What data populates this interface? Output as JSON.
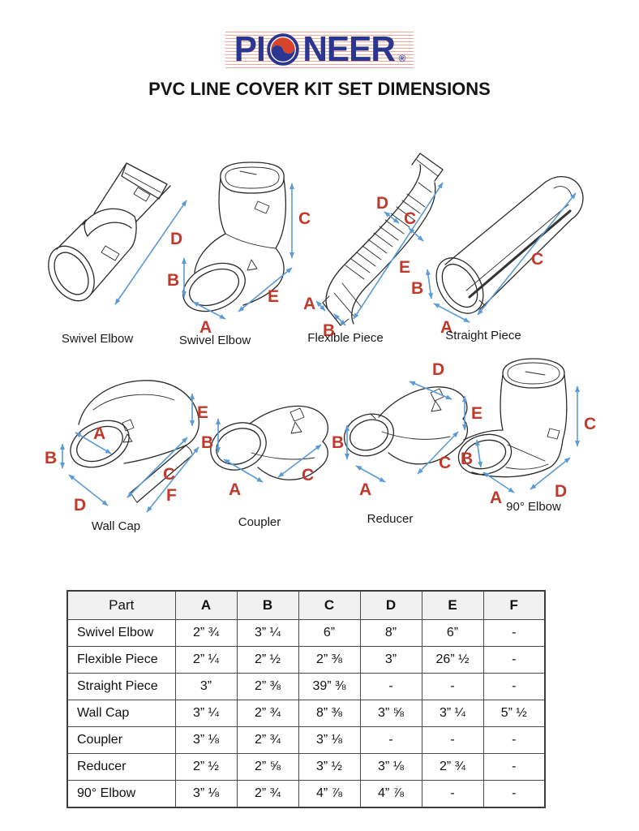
{
  "logo": {
    "prefix": "PI",
    "suffix": "NEER",
    "registered": "®"
  },
  "title": "PVC LINE COVER KIT SET DIMENSIONS",
  "figures": [
    {
      "caption": "Swivel Elbow",
      "labels": {
        "d": "D"
      }
    },
    {
      "caption": "Swivel Elbow",
      "labels": {
        "c": "C",
        "b": "B",
        "a": "A",
        "e": "E"
      }
    },
    {
      "caption": "Flexible Piece",
      "labels": {
        "d": "D",
        "c": "C",
        "e": "E",
        "a": "A",
        "b": "B"
      }
    },
    {
      "caption": "Straight Piece",
      "labels": {
        "b": "B",
        "a": "A",
        "c": "C"
      }
    },
    {
      "caption": "Wall Cap",
      "labels": {
        "e": "E",
        "a": "A",
        "b": "B",
        "c": "C",
        "f": "F",
        "d": "D"
      }
    },
    {
      "caption": "Coupler",
      "labels": {
        "b": "B",
        "a": "A",
        "c": "C"
      }
    },
    {
      "caption": "Reducer",
      "labels": {
        "d": "D",
        "e": "E",
        "b": "B",
        "c": "C",
        "a": "A"
      }
    },
    {
      "caption": "90° Elbow",
      "labels": {
        "b": "B",
        "a": "A",
        "d": "D",
        "c": "C"
      }
    }
  ],
  "table": {
    "headers": [
      "Part",
      "A",
      "B",
      "C",
      "D",
      "E",
      "F"
    ],
    "rows": [
      {
        "part": "Swivel Elbow",
        "A": "2” ¾",
        "B": "3” ¼",
        "C": "6”",
        "D": "8”",
        "E": "6”",
        "F": "-"
      },
      {
        "part": "Flexible Piece",
        "A": "2” ¼",
        "B": "2” ½",
        "C": "2” ⅜",
        "D": "3”",
        "E": "26” ½",
        "F": "-"
      },
      {
        "part": "Straight Piece",
        "A": "3”",
        "B": "2” ⅜",
        "C": "39” ⅜",
        "D": "-",
        "E": "-",
        "F": "-"
      },
      {
        "part": "Wall Cap",
        "A": "3” ¼",
        "B": "2” ¾",
        "C": "8” ⅜",
        "D": "3” ⅝",
        "E": "3” ¼",
        "F": "5” ½"
      },
      {
        "part": "Coupler",
        "A": "3” ⅛",
        "B": "2” ¾",
        "C": "3” ⅛",
        "D": "-",
        "E": "-",
        "F": "-"
      },
      {
        "part": "Reducer",
        "A": "2” ½",
        "B": "2” ⅝",
        "C": "3” ½",
        "D": "3” ⅛",
        "E": "2” ¾",
        "F": "-"
      },
      {
        "part": "90° Elbow",
        "A": "3” ⅛",
        "B": "2” ¾",
        "C": "4” ⅞",
        "D": "4” ⅞",
        "E": "-",
        "F": "-"
      }
    ]
  },
  "colors": {
    "label_red": "#c0392b",
    "arrow_blue": "#5b9bd5",
    "logo_navy": "#2b3690",
    "logo_red": "#d8442a"
  }
}
